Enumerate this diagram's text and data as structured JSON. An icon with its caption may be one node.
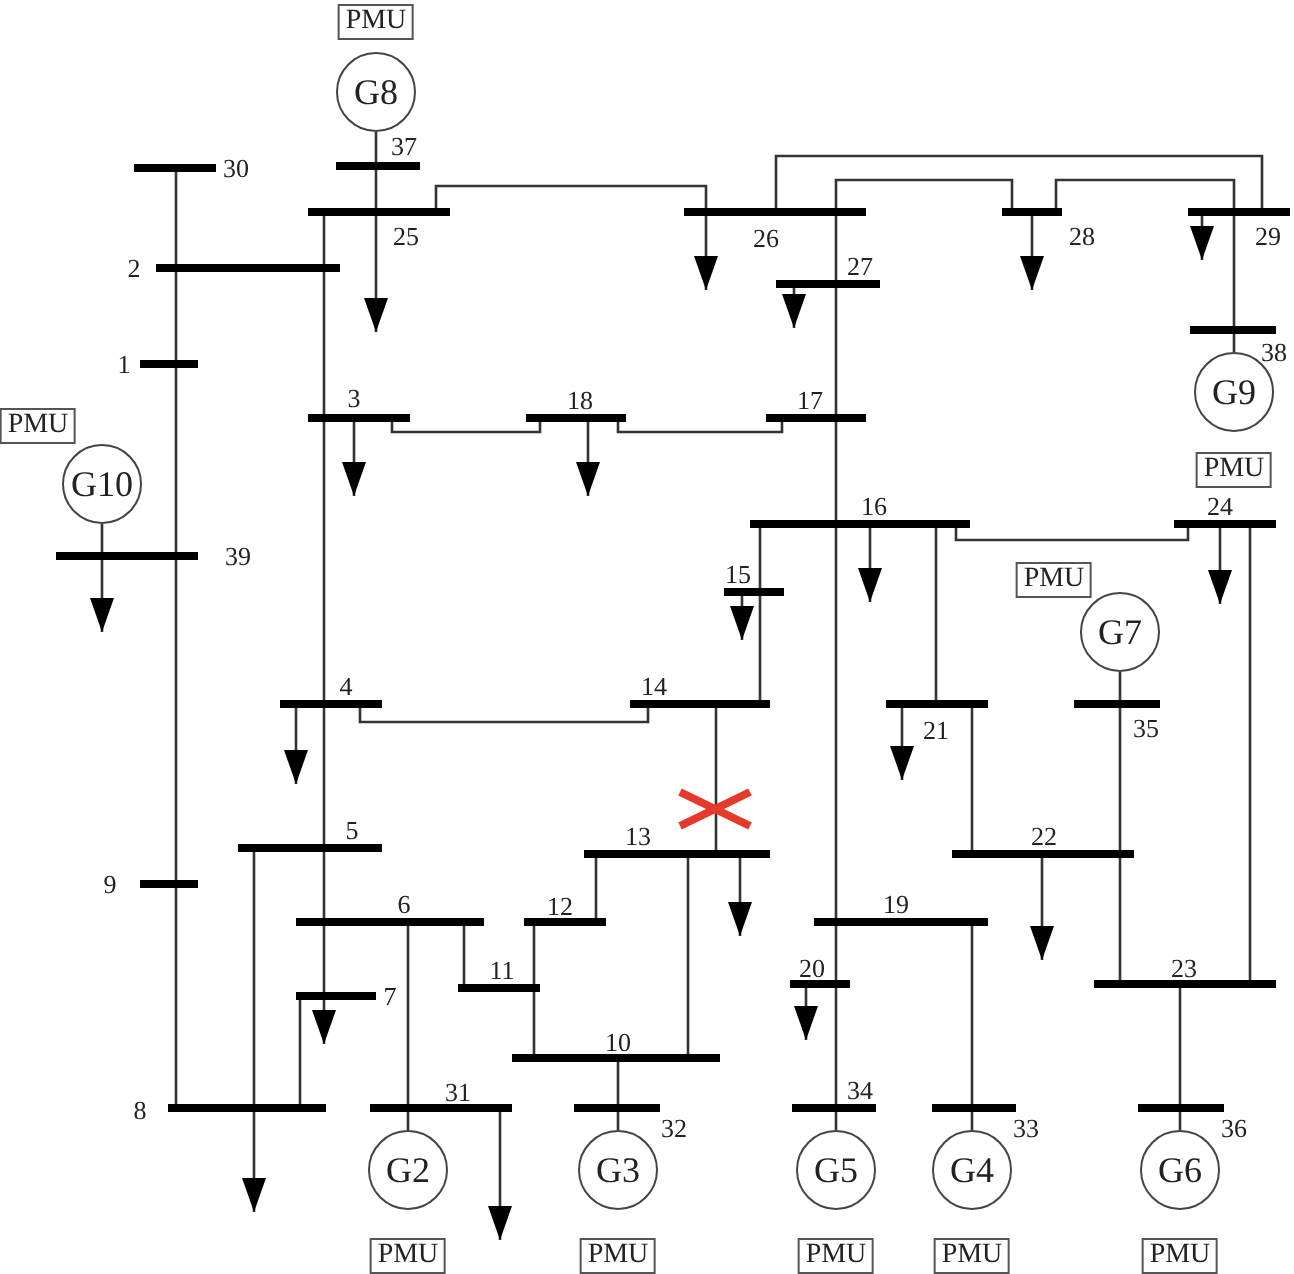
{
  "diagram": {
    "nodes": [
      {
        "text": [
          "G8"
        ],
        "beside": [
          "PMU"
        ]
      },
      {
        "text": [],
        "shape": "bar",
        "beside": [
          "37"
        ]
      },
      {
        "text": [],
        "shape": "bar",
        "beside": [
          "30"
        ]
      },
      {
        "text": [],
        "shape": "bar",
        "beside": [
          "25"
        ]
      },
      {
        "text": [],
        "shape": "bar",
        "beside": [
          "26"
        ]
      },
      {
        "text": [],
        "shape": "bar",
        "beside": [
          "28"
        ]
      },
      {
        "text": [],
        "shape": "bar",
        "beside": [
          "29"
        ]
      },
      {
        "text": [],
        "shape": "bar",
        "beside": [
          "2"
        ]
      },
      {
        "text": [],
        "shape": "bar",
        "beside": [
          "27"
        ]
      },
      {
        "text": [],
        "shape": "bar",
        "beside": [
          "38"
        ]
      },
      {
        "text": [],
        "shape": "bar",
        "beside": [
          "1"
        ]
      },
      {
        "text": [
          "G9"
        ],
        "beside": [
          "PMU"
        ]
      },
      {
        "text": [],
        "shape": "bar",
        "beside": [
          "3"
        ]
      },
      {
        "text": [],
        "shape": "bar",
        "beside": [
          "18"
        ]
      },
      {
        "text": [],
        "shape": "bar",
        "beside": [
          "17"
        ]
      },
      {
        "text": [
          "G10"
        ],
        "beside": [
          "PMU"
        ]
      },
      {
        "text": [],
        "shape": "bar",
        "beside": [
          "16"
        ]
      },
      {
        "text": [],
        "shape": "bar",
        "beside": [
          "24"
        ]
      },
      {
        "text": [],
        "shape": "bar",
        "beside": [
          "39"
        ]
      },
      {
        "text": [],
        "shape": "bar",
        "beside": [
          "15"
        ]
      },
      {
        "text": [
          "G7"
        ],
        "beside": [
          "PMU"
        ]
      },
      {
        "text": [],
        "shape": "bar",
        "beside": [
          "4"
        ]
      },
      {
        "text": [],
        "shape": "bar",
        "beside": [
          "14"
        ]
      },
      {
        "text": [],
        "shape": "bar",
        "beside": [
          "21"
        ]
      },
      {
        "text": [],
        "shape": "bar",
        "beside": [
          "35"
        ]
      },
      {
        "text": [],
        "shape": "bar",
        "beside": [
          "5"
        ]
      },
      {
        "text": [],
        "shape": "bar",
        "beside": [
          "13"
        ]
      },
      {
        "text": [],
        "shape": "bar",
        "beside": [
          "22"
        ]
      },
      {
        "text": [],
        "shape": "bar",
        "beside": [
          "9"
        ]
      },
      {
        "text": [],
        "shape": "bar",
        "beside": [
          "6"
        ]
      },
      {
        "text": [],
        "shape": "bar",
        "beside": [
          "12"
        ]
      },
      {
        "text": [],
        "shape": "bar",
        "beside": [
          "19"
        ]
      },
      {
        "text": [],
        "shape": "bar",
        "beside": [
          "23"
        ]
      },
      {
        "text": [],
        "shape": "bar",
        "beside": [
          "11"
        ]
      },
      {
        "text": [],
        "shape": "bar",
        "beside": [
          "20"
        ]
      },
      {
        "text": [],
        "shape": "bar",
        "beside": [
          "7"
        ]
      },
      {
        "text": [],
        "shape": "bar",
        "beside": [
          "10"
        ]
      },
      {
        "text": [],
        "shape": "bar",
        "beside": [
          "8"
        ]
      },
      {
        "text": [],
        "shape": "bar",
        "beside": [
          "31"
        ]
      },
      {
        "text": [],
        "shape": "bar",
        "beside": [
          "32"
        ]
      },
      {
        "text": [],
        "shape": "bar",
        "beside": [
          "34"
        ]
      },
      {
        "text": [],
        "shape": "bar",
        "beside": [
          "33"
        ]
      },
      {
        "text": [],
        "shape": "bar",
        "beside": [
          "36"
        ]
      },
      {
        "text": [
          "G2"
        ],
        "beside": [
          "PMU"
        ]
      },
      {
        "text": [
          "G3"
        ],
        "beside": [
          "PMU"
        ]
      },
      {
        "text": [
          "G5"
        ],
        "beside": [
          "PMU"
        ]
      },
      {
        "text": [
          "G4"
        ],
        "beside": [
          "PMU"
        ]
      },
      {
        "text": [
          "G6"
        ],
        "beside": [
          "PMU"
        ]
      }
    ],
    "edges": [
      {
        "from": 0,
        "to": 1,
        "arrow": "none"
      },
      {
        "from": 1,
        "to": 3,
        "arrow": "none"
      },
      {
        "from": 3,
        "to": null,
        "arrow": "to"
      },
      {
        "from": 2,
        "to": 7,
        "arrow": "none"
      },
      {
        "from": 7,
        "to": 3,
        "arrow": "none"
      },
      {
        "from": 7,
        "to": 10,
        "arrow": "none"
      },
      {
        "from": 10,
        "to": 18,
        "arrow": "none"
      },
      {
        "from": 18,
        "to": 28,
        "arrow": "none"
      },
      {
        "from": 28,
        "to": 37,
        "arrow": "none"
      },
      {
        "from": 15,
        "to": 18,
        "arrow": "none"
      },
      {
        "from": 18,
        "to": null,
        "arrow": "to"
      },
      {
        "from": 7,
        "to": 12,
        "arrow": "none"
      },
      {
        "from": 12,
        "to": null,
        "arrow": "to"
      },
      {
        "from": 12,
        "to": 13,
        "arrow": "none"
      },
      {
        "from": 13,
        "to": null,
        "arrow": "to"
      },
      {
        "from": 13,
        "to": 14,
        "arrow": "none"
      },
      {
        "from": 3,
        "to": 4,
        "arrow": "none"
      },
      {
        "from": 4,
        "to": null,
        "arrow": "to"
      },
      {
        "from": 4,
        "to": 6,
        "arrow": "none"
      },
      {
        "from": 4,
        "to": 5,
        "arrow": "none"
      },
      {
        "from": 5,
        "to": null,
        "arrow": "to"
      },
      {
        "from": 5,
        "to": 6,
        "arrow": "none"
      },
      {
        "from": 6,
        "to": null,
        "arrow": "to"
      },
      {
        "from": 6,
        "to": 9,
        "arrow": "none"
      },
      {
        "from": 9,
        "to": 11,
        "arrow": "none"
      },
      {
        "from": 4,
        "to": 8,
        "arrow": "none"
      },
      {
        "from": 8,
        "to": null,
        "arrow": "to"
      },
      {
        "from": 8,
        "to": 14,
        "arrow": "none"
      },
      {
        "from": 14,
        "to": 16,
        "arrow": "none"
      },
      {
        "from": 16,
        "to": 19,
        "arrow": "none"
      },
      {
        "from": 19,
        "to": null,
        "arrow": "to"
      },
      {
        "from": 19,
        "to": 22,
        "arrow": "none"
      },
      {
        "from": 16,
        "to": null,
        "arrow": "to"
      },
      {
        "from": 16,
        "to": 23,
        "arrow": "none"
      },
      {
        "from": 16,
        "to": 17,
        "arrow": "none"
      },
      {
        "from": 17,
        "to": null,
        "arrow": "to"
      },
      {
        "from": 17,
        "to": 32,
        "arrow": "none"
      },
      {
        "from": 16,
        "to": 31,
        "arrow": "none"
      },
      {
        "from": 12,
        "to": 21,
        "arrow": "none"
      },
      {
        "from": 21,
        "to": null,
        "arrow": "to"
      },
      {
        "from": 21,
        "to": 22,
        "arrow": "none"
      },
      {
        "from": 22,
        "to": 26,
        "arrow": "none"
      },
      {
        "from": 26,
        "to": null,
        "arrow": "to"
      },
      {
        "from": 26,
        "to": 30,
        "arrow": "none"
      },
      {
        "from": 26,
        "to": 36,
        "arrow": "none"
      },
      {
        "from": 23,
        "to": null,
        "arrow": "to"
      },
      {
        "from": 23,
        "to": 27,
        "arrow": "none"
      },
      {
        "from": 27,
        "to": null,
        "arrow": "to"
      },
      {
        "from": 20,
        "to": 24,
        "arrow": "none"
      },
      {
        "from": 24,
        "to": 27,
        "arrow": "none"
      },
      {
        "from": 27,
        "to": 32,
        "arrow": "none"
      },
      {
        "from": 21,
        "to": 25,
        "arrow": "none"
      },
      {
        "from": 25,
        "to": 29,
        "arrow": "none"
      },
      {
        "from": 25,
        "to": 37,
        "arrow": "none"
      },
      {
        "from": 29,
        "to": 35,
        "arrow": "none"
      },
      {
        "from": 35,
        "to": null,
        "arrow": "to"
      },
      {
        "from": 29,
        "to": 33,
        "arrow": "none"
      },
      {
        "from": 29,
        "to": 38,
        "arrow": "none"
      },
      {
        "from": 30,
        "to": 33,
        "arrow": "none"
      },
      {
        "from": 33,
        "to": 36,
        "arrow": "none"
      },
      {
        "from": 31,
        "to": 34,
        "arrow": "none"
      },
      {
        "from": 34,
        "to": null,
        "arrow": "to"
      },
      {
        "from": 31,
        "to": 41,
        "arrow": "none"
      },
      {
        "from": 32,
        "to": 42,
        "arrow": "none"
      },
      {
        "from": 35,
        "to": 37,
        "arrow": "none"
      },
      {
        "from": 37,
        "to": null,
        "arrow": "to"
      },
      {
        "from": 36,
        "to": 39,
        "arrow": "none"
      },
      {
        "from": 34,
        "to": 40,
        "arrow": "none"
      },
      {
        "from": 38,
        "to": null,
        "arrow": "to"
      },
      {
        "from": 38,
        "to": 43,
        "arrow": "none"
      },
      {
        "from": 39,
        "to": 44,
        "arrow": "none"
      },
      {
        "from": 40,
        "to": 45,
        "arrow": "none"
      },
      {
        "from": 41,
        "to": 46,
        "arrow": "none"
      },
      {
        "from": 42,
        "to": 47,
        "arrow": "none"
      }
    ]
  }
}
